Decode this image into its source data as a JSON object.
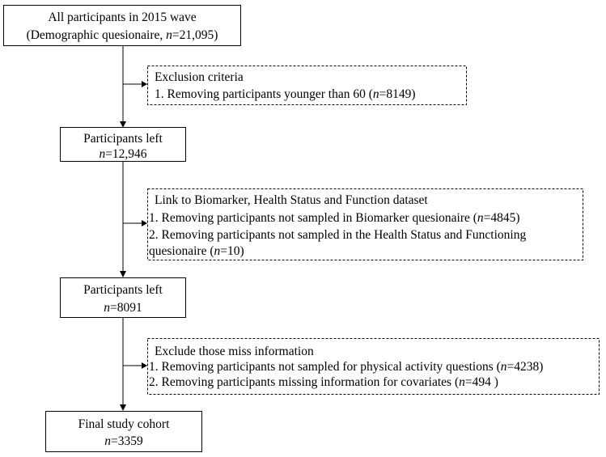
{
  "boxes": {
    "all_participants": {
      "line1": "All participants in 2015 wave",
      "line2_prefix": "(Demographic quesionaire, ",
      "line2_n": "n",
      "line2_suffix": "=21,095)"
    },
    "left_1": {
      "line1": "Participants left",
      "line2_n": "n",
      "line2_suffix": "=12,946"
    },
    "left_2": {
      "line1": "Participants left",
      "line2_n": "n",
      "line2_suffix": "=8091"
    },
    "final": {
      "line1": "Final study cohort",
      "line2_n": "n",
      "line2_suffix": "=3359"
    }
  },
  "exclusions": {
    "step1": {
      "title": "Exclusion criteria",
      "item1_prefix": "1. Removing participants younger than 60 (",
      "item1_n": "n",
      "item1_suffix": "=8149)"
    },
    "step2": {
      "title": "Link to Biomarker, Health Status and Function dataset",
      "item1_prefix": "1. Removing participants not sampled in Biomarker quesionaire (",
      "item1_n": "n",
      "item1_suffix": "=4845)",
      "item2_line1": "2. Removing participants not sampled in the Health Status and Functioning",
      "item2_line2_prefix": "quesionaire (",
      "item2_line2_n": "n",
      "item2_line2_suffix": "=10)"
    },
    "step3": {
      "title": "Exclude those miss information",
      "item1_prefix": "1. Removing participants not sampled for physical activity questions (",
      "item1_n": "n",
      "item1_suffix": "=4238)",
      "item2_prefix": "2. Removing participants missing information for covariates (",
      "item2_n": "n",
      "item2_suffix": "=494 )"
    }
  }
}
